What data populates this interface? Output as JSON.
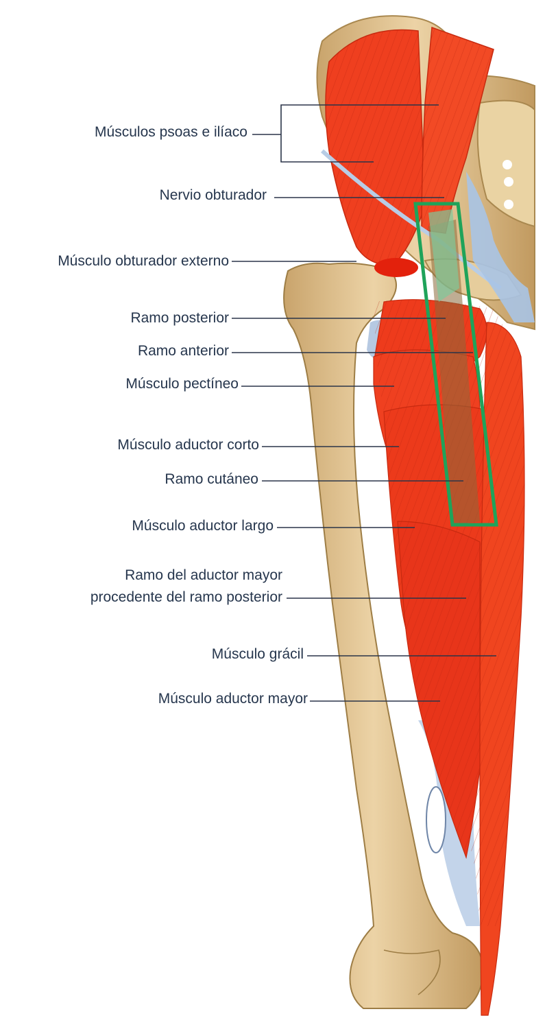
{
  "labels": {
    "psoas_iliaco": "Músculos psoas e ilíaco",
    "nervio_obturador": "Nervio obturador",
    "obturador_externo": "Músculo obturador externo",
    "ramo_posterior": "Ramo posterior",
    "ramo_anterior": "Ramo anterior",
    "pectineo": "Músculo pectíneo",
    "aductor_corto": "Músculo aductor corto",
    "ramo_cutaneo": "Ramo cutáneo",
    "aductor_largo": "Músculo aductor largo",
    "ramo_aductor_mayor_1": "Ramo del aductor mayor",
    "ramo_aductor_mayor_2": "procedente del ramo posterior",
    "gracil": "Músculo grácil",
    "aductor_mayor": "Músculo aductor mayor"
  },
  "colors": {
    "text": "#26364d",
    "leader": "#2a3448",
    "muscle": "#ee3b1c",
    "bone": "#e2c392",
    "nerve": "#a9c4e6",
    "highlight": "#1fa35a"
  }
}
